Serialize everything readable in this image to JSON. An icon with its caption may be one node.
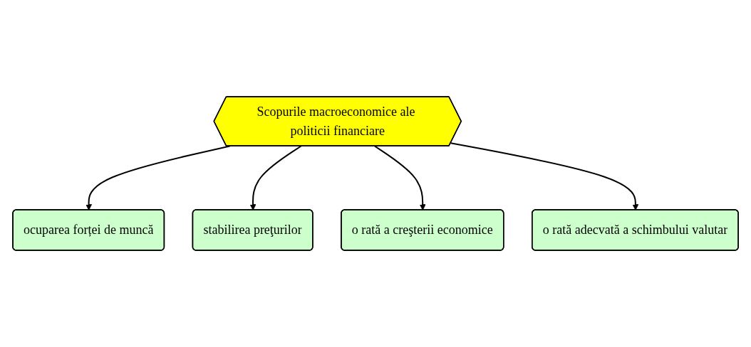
{
  "diagram": {
    "nodes": [
      {
        "text": [
          "ocuparea forței de muncă"
        ]
      },
      {
        "text": [
          "stabilirea preţurilor"
        ]
      },
      {
        "text": [
          "Scopurile macroeconomice ale politicii financiare"
        ]
      },
      {
        "text": [
          "o rată a creşterii economice"
        ]
      },
      {
        "text": [
          "o rată adecvată a schimbului valutar"
        ]
      }
    ],
    "edges": [
      {
        "from": 2,
        "to": 0,
        "arrow": "to"
      },
      {
        "from": 2,
        "to": 1,
        "arrow": "to"
      },
      {
        "from": 2,
        "to": 3,
        "arrow": "to"
      },
      {
        "from": 2,
        "to": 4,
        "arrow": "to"
      }
    ]
  }
}
